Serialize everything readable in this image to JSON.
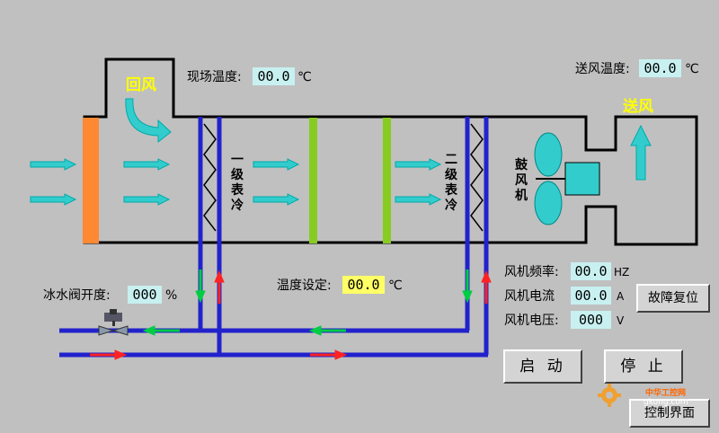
{
  "labels": {
    "return_air": "回风",
    "supply_air": "送风",
    "stage1_coil": "一级表冷",
    "stage2_coil": "二级表冷",
    "blower": "鼓风机"
  },
  "readouts": {
    "site_temp": {
      "label": "现场温度:",
      "value": "00.0",
      "unit": "℃"
    },
    "supply_temp": {
      "label": "送风温度:",
      "value": "00.0",
      "unit": "℃"
    },
    "temp_setpoint": {
      "label": "温度设定:",
      "value": "00.0",
      "unit": "℃"
    },
    "valve_open": {
      "label": "冰水阀开度:",
      "value": "000",
      "unit": "%"
    },
    "fan_freq": {
      "label": "风机频率:",
      "value": "00.0",
      "unit": "HZ"
    },
    "fan_current": {
      "label": "风机电流",
      "value": "00.0",
      "unit": "A"
    },
    "fan_voltage": {
      "label": "风机电压:",
      "value": "000",
      "unit": "V"
    }
  },
  "buttons": {
    "fault_reset": "故障复位",
    "start": "启 动",
    "stop": "停 止",
    "control_screen": "控制界面"
  },
  "watermark": {
    "title": "中华工控网",
    "url": "gkong.com"
  },
  "colors": {
    "background": "#c0c0c0",
    "air_arrow": "#33cccc",
    "filter": "#ff8833",
    "coil_pipe": "#2222cc",
    "filter_green": "#88cc22",
    "return_water": "#00cc44",
    "supply_water": "#ff2222",
    "highlight_text": "#ffff00"
  }
}
